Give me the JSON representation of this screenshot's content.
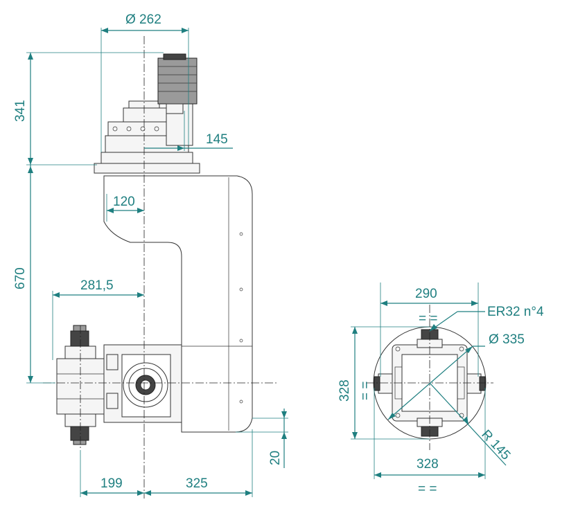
{
  "dimensions": {
    "d262": "Ø 262",
    "d341": "341",
    "d145": "145",
    "d120": "120",
    "d670": "670",
    "d281_5": "281,5",
    "d199": "199",
    "d325": "325",
    "d20": "20",
    "d290": "290",
    "eq_top": "= =",
    "er32": "ER32 n°4",
    "d335": "Ø 335",
    "d328_v": "328",
    "eq_left": "= =",
    "r145": "R 145",
    "d328_h": "328",
    "eq_bottom": "= ="
  },
  "colors": {
    "dimension": "#1f7f80",
    "outline": "#333333"
  }
}
